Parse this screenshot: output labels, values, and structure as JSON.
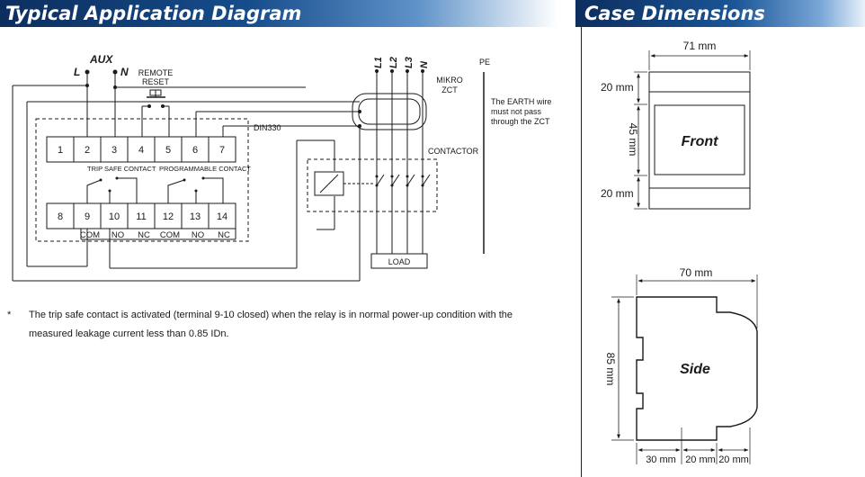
{
  "headers": {
    "left_title": "Typical Application Diagram",
    "right_title": "Case Dimensions"
  },
  "diagram": {
    "aux": "AUX",
    "l": "L",
    "n": "N",
    "remote": "REMOTE",
    "reset": "RESET",
    "din": "DIN330",
    "terminals_top": [
      "1",
      "2",
      "3",
      "4",
      "5",
      "6",
      "7"
    ],
    "terminals_bottom": [
      "8",
      "9",
      "10",
      "11",
      "12",
      "13",
      "14"
    ],
    "trip_safe": "TRIP SAFE CONTACT",
    "programmable": "PROGRAMMABLE CONTACT",
    "bottom_labels": [
      "COM",
      "NO",
      "NC",
      "COM",
      "NO",
      "NC"
    ],
    "phases": [
      "L1",
      "L2",
      "L3",
      "N"
    ],
    "mikro": "MIKRO",
    "zct": "ZCT",
    "pe": "PE",
    "earth_note": [
      "The EARTH wire",
      "must not pass",
      "through the ZCT"
    ],
    "contactor": "CONTACTOR",
    "load": "LOAD"
  },
  "note": {
    "star": "*",
    "text": "The trip safe contact is activated (terminal 9-10 closed) when the relay is in normal power-up condition with the measured leakage current less than 0.85 IDn."
  },
  "front": {
    "width": "71 mm",
    "top": "20 mm",
    "middle": "45 mm",
    "bottom": "20 mm",
    "label": "Front"
  },
  "side": {
    "width": "70 mm",
    "height": "85 mm",
    "label": "Side",
    "b1": "30 mm",
    "b2": "20 mm",
    "b3": "20 mm"
  }
}
